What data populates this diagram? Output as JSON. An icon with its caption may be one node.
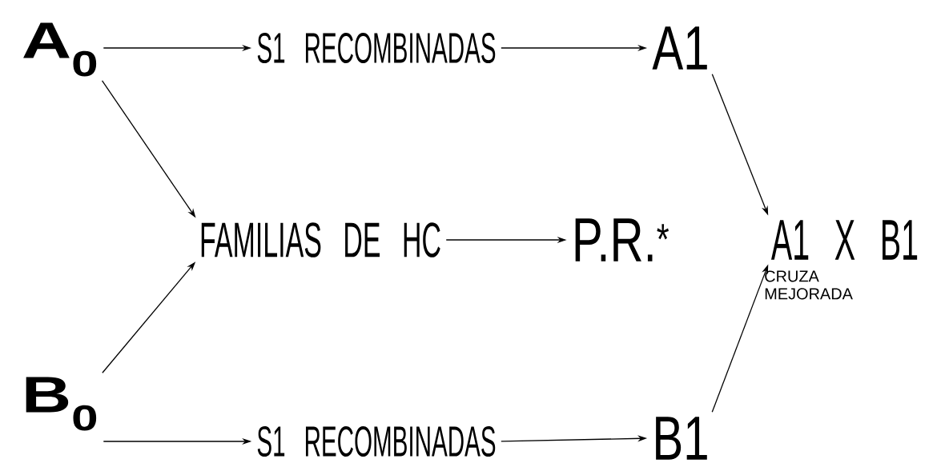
{
  "diagram": {
    "nodes": [
      {
        "text": [
          "A$_{0}$"
        ]
      },
      {
        "text": [
          "S1 RECOMBINADAS"
        ]
      },
      {
        "text": [
          "A1"
        ]
      },
      {
        "text": [
          "FAMILIAS DE HC"
        ]
      },
      {
        "text": [
          "P.R.$^{*}$"
        ]
      },
      {
        "text": [
          "A1 X B1"
        ],
        "beside": [
          "CRUZA MEJORADA"
        ]
      },
      {
        "text": [
          "B$_{0}$"
        ]
      },
      {
        "text": [
          "S1 RECOMBINADAS"
        ]
      },
      {
        "text": [
          "B1"
        ]
      }
    ],
    "edges": [
      {
        "from": 0,
        "to": 1,
        "arrow": "to"
      },
      {
        "from": 1,
        "to": 2,
        "arrow": "to"
      },
      {
        "from": 0,
        "to": 3,
        "arrow": "to"
      },
      {
        "from": 6,
        "to": 3,
        "arrow": "to"
      },
      {
        "from": 3,
        "to": 4,
        "arrow": "to"
      },
      {
        "from": 2,
        "to": 5,
        "arrow": "to"
      },
      {
        "from": 8,
        "to": 5,
        "arrow": "to"
      },
      {
        "from": 6,
        "to": 7,
        "arrow": "to"
      },
      {
        "from": 7,
        "to": 8,
        "arrow": "to"
      }
    ]
  }
}
